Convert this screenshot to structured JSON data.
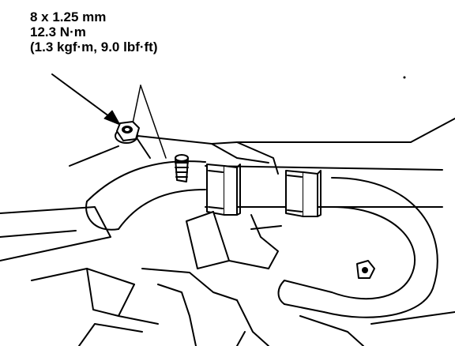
{
  "callout": {
    "size_label": "8 x 1.25 mm",
    "torque_nm": "12.3 N·m",
    "torque_alt": "(1.3 kgf·m, 9.0 lbf·ft)"
  },
  "colors": {
    "ink": "#000000",
    "paper": "#ffffff"
  }
}
